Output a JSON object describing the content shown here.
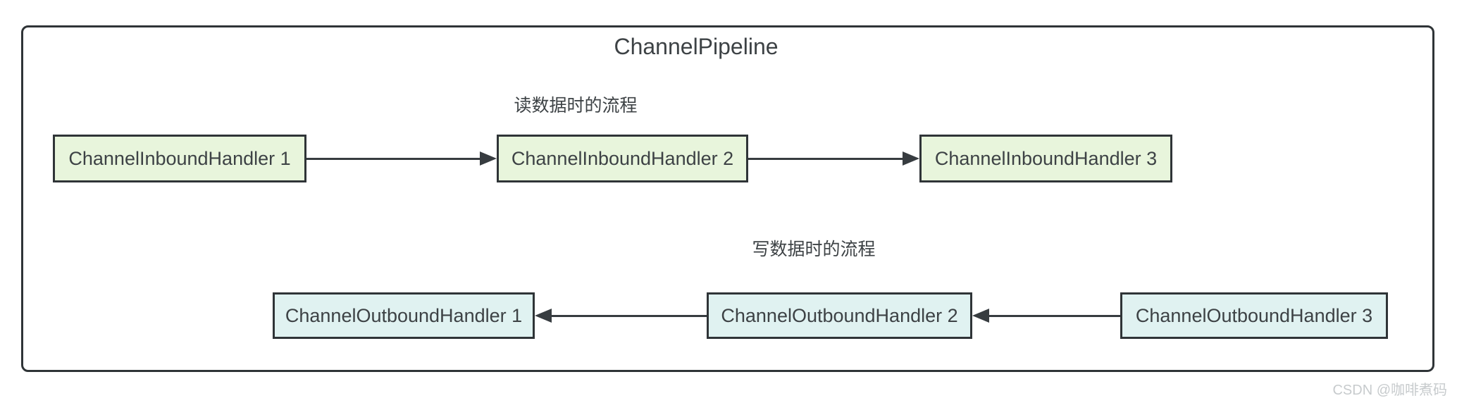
{
  "diagram": {
    "title": "ChannelPipeline",
    "read_flow_label": "读数据时的流程",
    "write_flow_label": "写数据时的流程",
    "inbound_handlers": [
      "ChannelInboundHandler 1",
      "ChannelInboundHandler 2",
      "ChannelInboundHandler 3"
    ],
    "outbound_handlers": [
      "ChannelOutboundHandler 1",
      "ChannelOutboundHandler 2",
      "ChannelOutboundHandler 3"
    ],
    "flow_direction": {
      "inbound": "left-to-right",
      "outbound": "right-to-left"
    },
    "colors": {
      "inbound_fill": "#e8f5dc",
      "outbound_fill": "#e0f2f1",
      "stroke": "#2f3437",
      "text": "#3d4245"
    }
  },
  "watermark": "CSDN @咖啡煮码"
}
